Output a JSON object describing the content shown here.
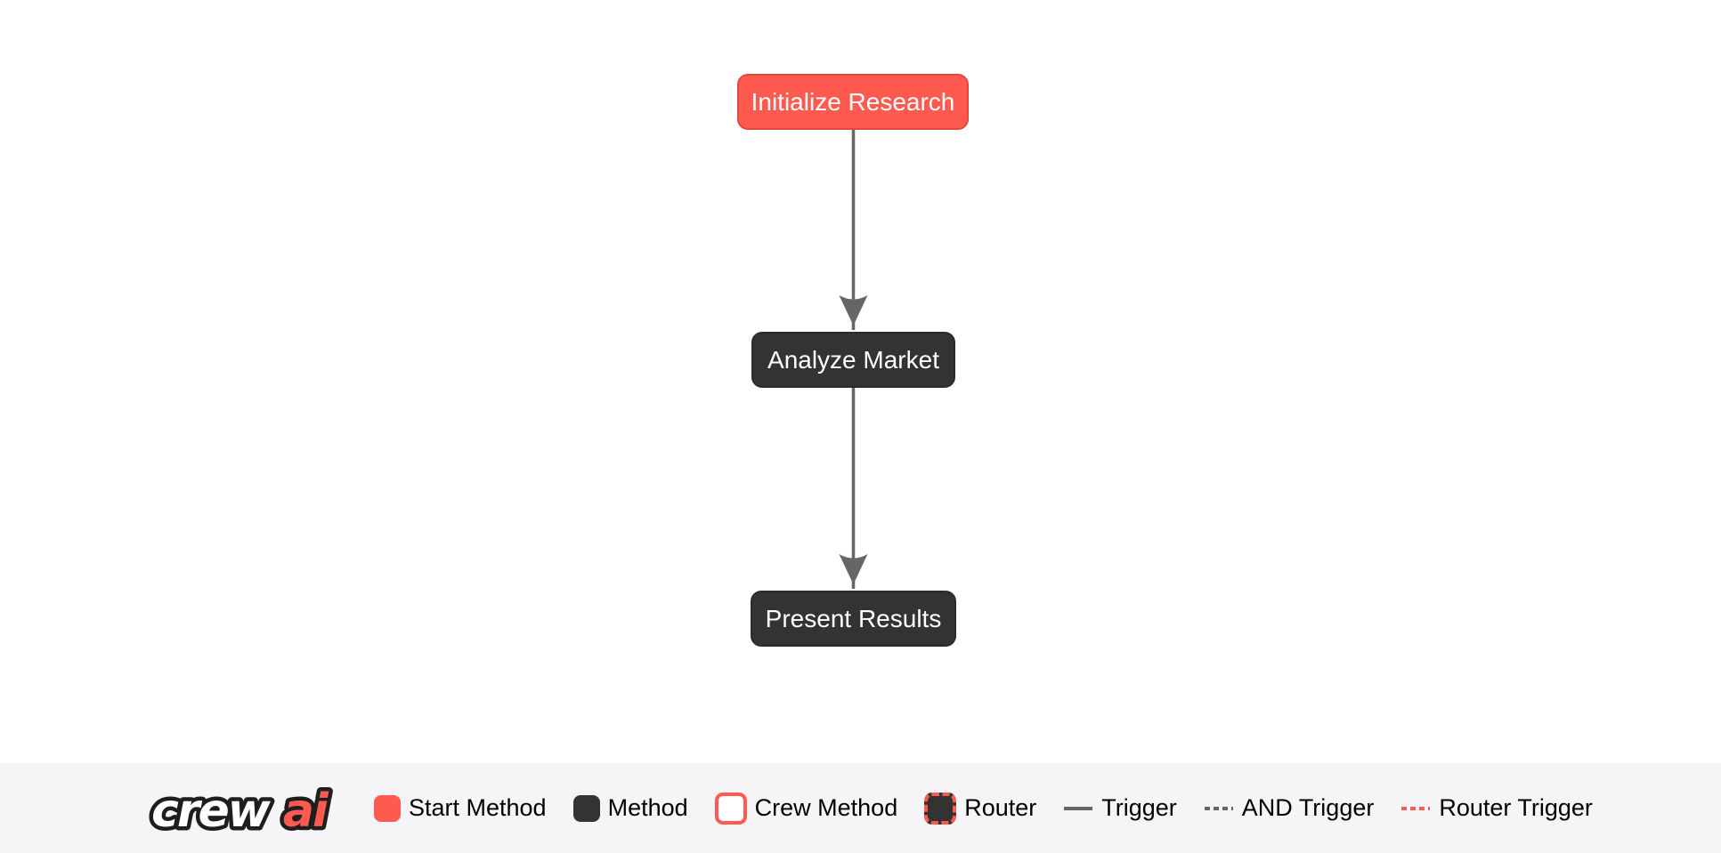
{
  "colors": {
    "accent": "#FF5A50",
    "accent_border": "#E0473D",
    "dark": "#333333",
    "dark_border": "#2B2B2B",
    "edge": "#666666",
    "legend_bg": "#F5F5F7",
    "canvas_bg": "#FFFFFF",
    "node_text": "#FFFFFF",
    "legend_text": "#000000"
  },
  "flow": {
    "nodes": [
      {
        "id": "initialize_research",
        "label": "Initialize Research",
        "type": "start-method"
      },
      {
        "id": "analyze_market",
        "label": "Analyze Market",
        "type": "method"
      },
      {
        "id": "present_results",
        "label": "Present Results",
        "type": "method"
      }
    ],
    "edges": [
      {
        "from": "initialize_research",
        "to": "analyze_market",
        "type": "trigger"
      },
      {
        "from": "analyze_market",
        "to": "present_results",
        "type": "trigger"
      }
    ]
  },
  "legend": {
    "logo": {
      "part1": "crew",
      "part2": "ai"
    },
    "items": [
      {
        "label": "Start Method",
        "swatch": "start-method-swatch"
      },
      {
        "label": "Method",
        "swatch": "method-swatch"
      },
      {
        "label": "Crew Method",
        "swatch": "crew-method-swatch"
      },
      {
        "label": "Router",
        "swatch": "router-swatch"
      },
      {
        "label": "Trigger",
        "swatch": "trigger-line-swatch"
      },
      {
        "label": "AND Trigger",
        "swatch": "and-trigger-line-swatch"
      },
      {
        "label": "Router Trigger",
        "swatch": "router-trigger-line-swatch"
      }
    ]
  }
}
